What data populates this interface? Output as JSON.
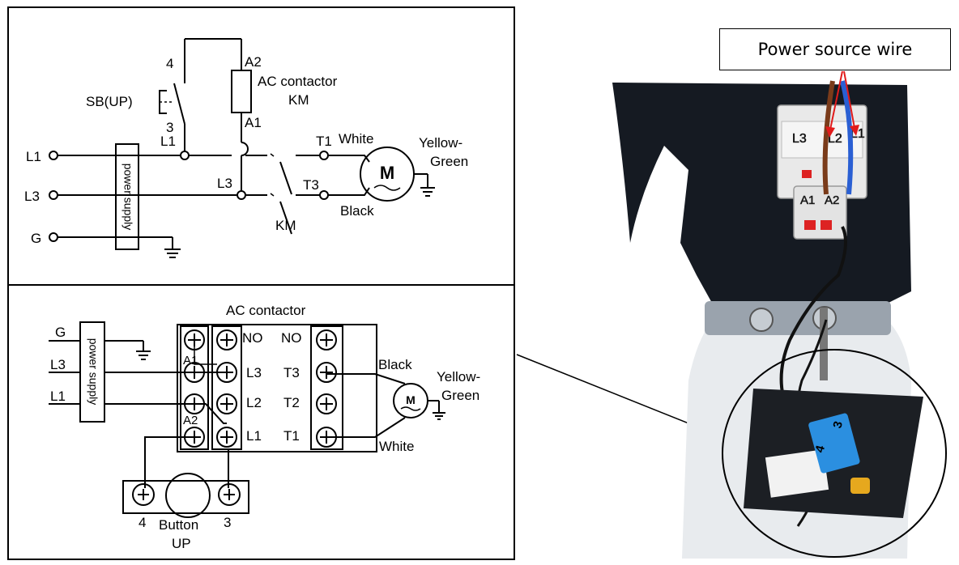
{
  "diagram": {
    "schematic": {
      "sb_label": "SB(UP)",
      "sb_pin_top": "4",
      "sb_pin_bottom": "3",
      "coil_top": "A2",
      "coil_bottom": "A1",
      "contactor_title": "AC contactor",
      "contactor_abbr": "KM",
      "node_l1": "L1",
      "node_l3": "L3",
      "input_l1": "L1",
      "input_l3": "L3",
      "input_g": "G",
      "supply_label": "power supply",
      "t1": "T1",
      "t3": "T3",
      "switch_label": "KM",
      "white": "White",
      "black": "Black",
      "yellow_green_1": "Yellow-",
      "yellow_green_2": "Green",
      "motor": "M"
    },
    "terminal": {
      "title": "AC contactor",
      "input_g": "G",
      "input_l3": "L3",
      "input_l1": "L1",
      "supply_label": "power supply",
      "a1": "A1",
      "a2": "A2",
      "no_left": "NO",
      "no_right": "NO",
      "row_l3": "L3",
      "row_l2": "L2",
      "row_l1": "L1",
      "row_t3": "T3",
      "row_t2": "T2",
      "row_t1": "T1",
      "black": "Black",
      "white": "White",
      "yellow_green_1": "Yellow-",
      "yellow_green_2": "Green",
      "motor": "M",
      "btn_pin_left": "4",
      "btn_pin_right": "3",
      "btn_label_1": "Button",
      "btn_label_2": "UP"
    }
  },
  "photo": {
    "callout": "Power source wire",
    "tag_l3": "L3",
    "tag_l2": "L2",
    "tag_l1": "L1",
    "tag_a1": "A1",
    "tag_a2": "A2",
    "button_pin_4": "4",
    "button_pin_3": "3"
  },
  "colors": {
    "arrow": "#e11b1b",
    "housing": "#151a22",
    "tank": "#e8ebee",
    "blue_wire": "#2a5fd3",
    "brown_wire": "#7a3b1a",
    "switch_blue": "#2b8fe0"
  }
}
